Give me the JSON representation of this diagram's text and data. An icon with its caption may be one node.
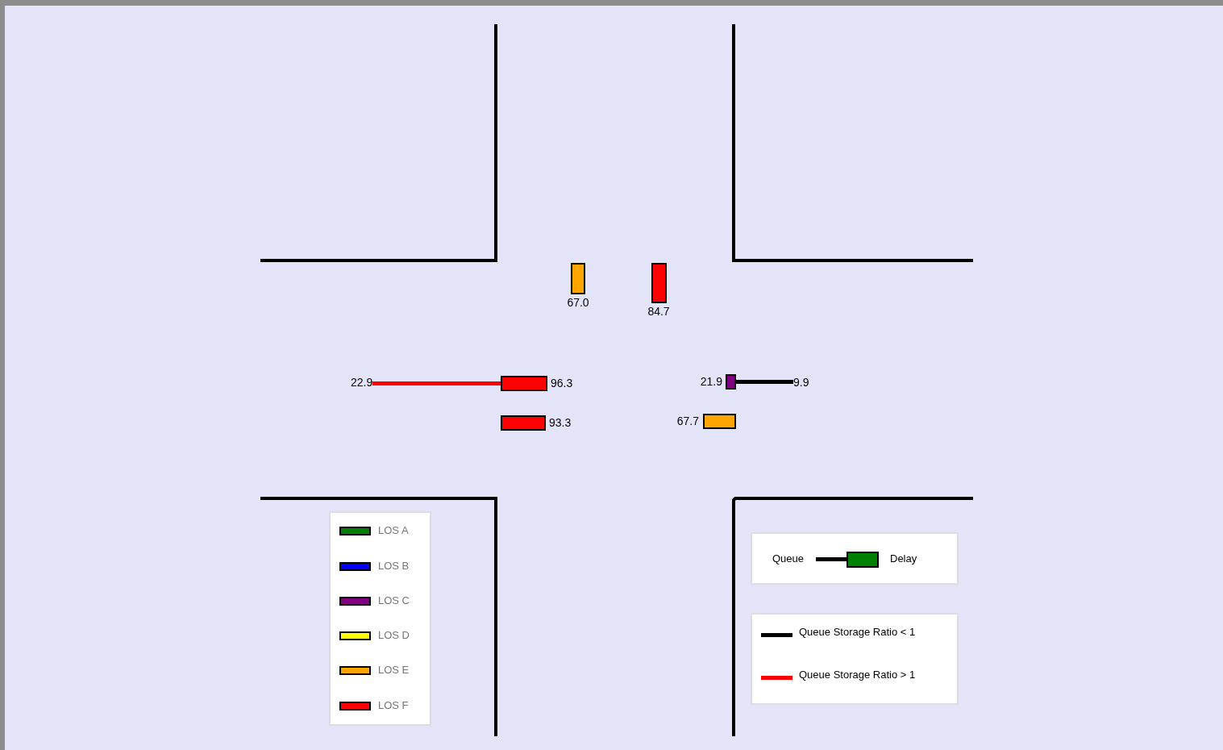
{
  "diagram": {
    "nodes": [
      {
        "text": [],
        "shape": "bar",
        "beside": [
          "67.0"
        ]
      },
      {
        "text": [],
        "shape": "bar",
        "beside": [
          "84.7"
        ]
      },
      {
        "text": [
          "22.9"
        ]
      },
      {
        "text": [],
        "shape": "bar",
        "beside": [
          "96.3"
        ]
      },
      {
        "text": [],
        "shape": "bar",
        "beside": [
          "21.9"
        ]
      },
      {
        "text": [
          "9.9"
        ]
      },
      {
        "text": [],
        "shape": "bar",
        "beside": [
          "93.3"
        ]
      },
      {
        "text": [],
        "shape": "bar",
        "beside": [
          "67.7"
        ]
      }
    ],
    "edges": [
      {
        "from": 3,
        "to": 2,
        "arrow": "none",
        "color": "#ff0000"
      },
      {
        "from": 4,
        "to": 5,
        "arrow": "none",
        "color": "#000000"
      }
    ],
    "labels": [
      "Queue",
      "Delay"
    ],
    "legend": [
      {
        "text": "LOS A",
        "color": "#008000"
      },
      {
        "text": "LOS B",
        "color": "#0000ff"
      },
      {
        "text": "LOS C",
        "color": "#800080"
      },
      {
        "text": "LOS D",
        "color": "#ffff00"
      },
      {
        "text": "LOS E",
        "color": "#ffa500"
      },
      {
        "text": "LOS F",
        "color": "#ff0000"
      },
      {
        "text": "Queue Storage Ratio < 1"
      },
      {
        "text": "Queue Storage Ratio > 1"
      }
    ]
  }
}
